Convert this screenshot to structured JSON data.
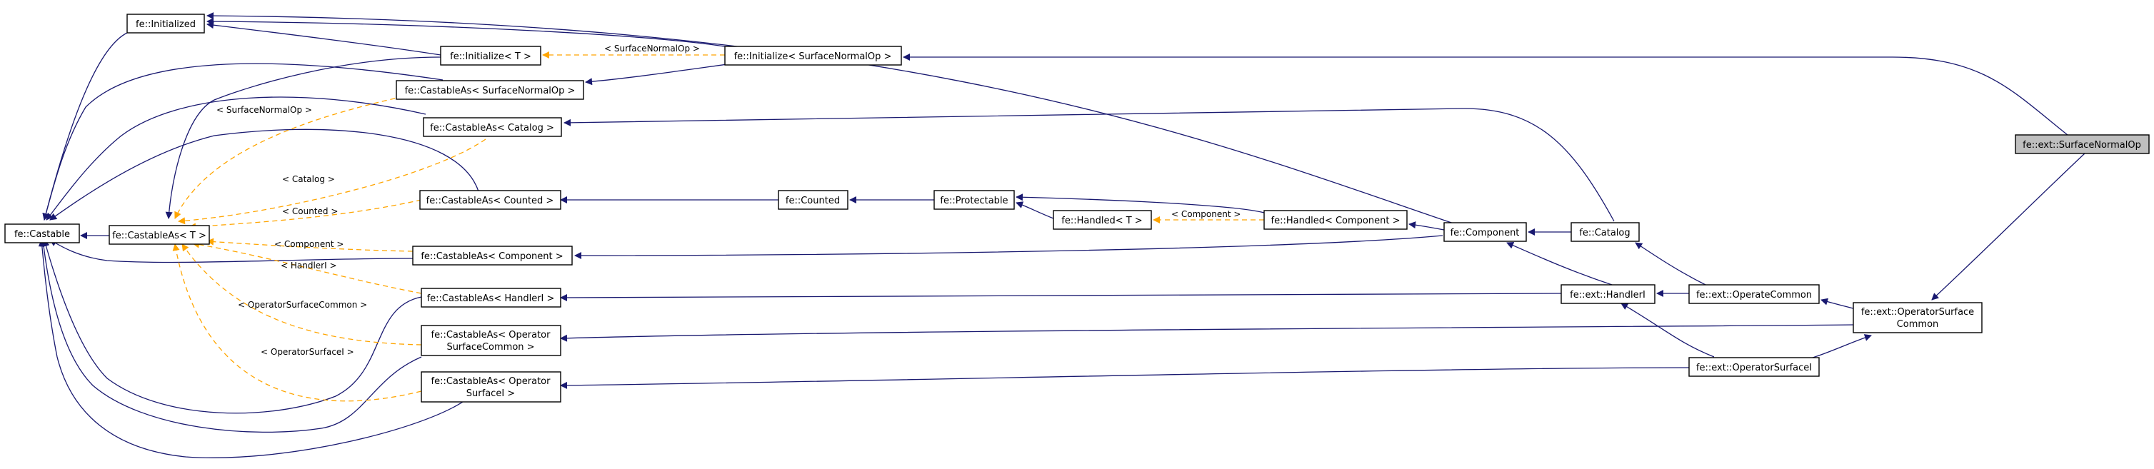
{
  "nodes": {
    "initialized": [
      "fe::Initialized"
    ],
    "initialize_t": [
      "fe::Initialize< T >"
    ],
    "initialize_sno": [
      "fe::Initialize< SurfaceNormalOp >"
    ],
    "castableas_sno": [
      "fe::CastableAs< SurfaceNormalOp >"
    ],
    "castableas_catalog": [
      "fe::CastableAs< Catalog >"
    ],
    "castableas_counted": [
      "fe::CastableAs< Counted >"
    ],
    "castableas_component": [
      "fe::CastableAs< Component >"
    ],
    "castableas_handlerl": [
      "fe::CastableAs< HandlerI >"
    ],
    "castableas_osc": [
      "fe::CastableAs< Operator",
      "SurfaceCommon >"
    ],
    "castableas_osi": [
      "fe::CastableAs< Operator",
      "SurfaceI >"
    ],
    "castable": [
      "fe::Castable"
    ],
    "castableas_t": [
      "fe::CastableAs< T >"
    ],
    "counted": [
      "fe::Counted"
    ],
    "protectable": [
      "fe::Protectable"
    ],
    "handled_t": [
      "fe::Handled< T >"
    ],
    "handled_component": [
      "fe::Handled< Component >"
    ],
    "component": [
      "fe::Component"
    ],
    "catalog": [
      "fe::Catalog"
    ],
    "handleri": [
      "fe::ext::HandlerI"
    ],
    "operatecommon": [
      "fe::ext::OperateCommon"
    ],
    "operatorsurfacei": [
      "fe::ext::OperatorSurfaceI"
    ],
    "operatorsurfacecommon": [
      "fe::ext::OperatorSurface",
      "Common"
    ],
    "surfacenormalop": [
      "fe::ext::SurfaceNormalOp"
    ]
  },
  "edge_labels": {
    "sno_init": "< SurfaceNormalOp >",
    "sno_cast": "< SurfaceNormalOp >",
    "catalog": "< Catalog >",
    "counted": "< Counted >",
    "component": "< Component >",
    "handlerl": "< HandlerI >",
    "osc": "< OperatorSurfaceCommon >",
    "osi": "< OperatorSurfaceI >",
    "handled_component": "< Component >"
  },
  "colors": {
    "inheritance_edge": "#191970",
    "template_edge": "#ffa500",
    "highlight_fill": "#bfbfbf"
  }
}
